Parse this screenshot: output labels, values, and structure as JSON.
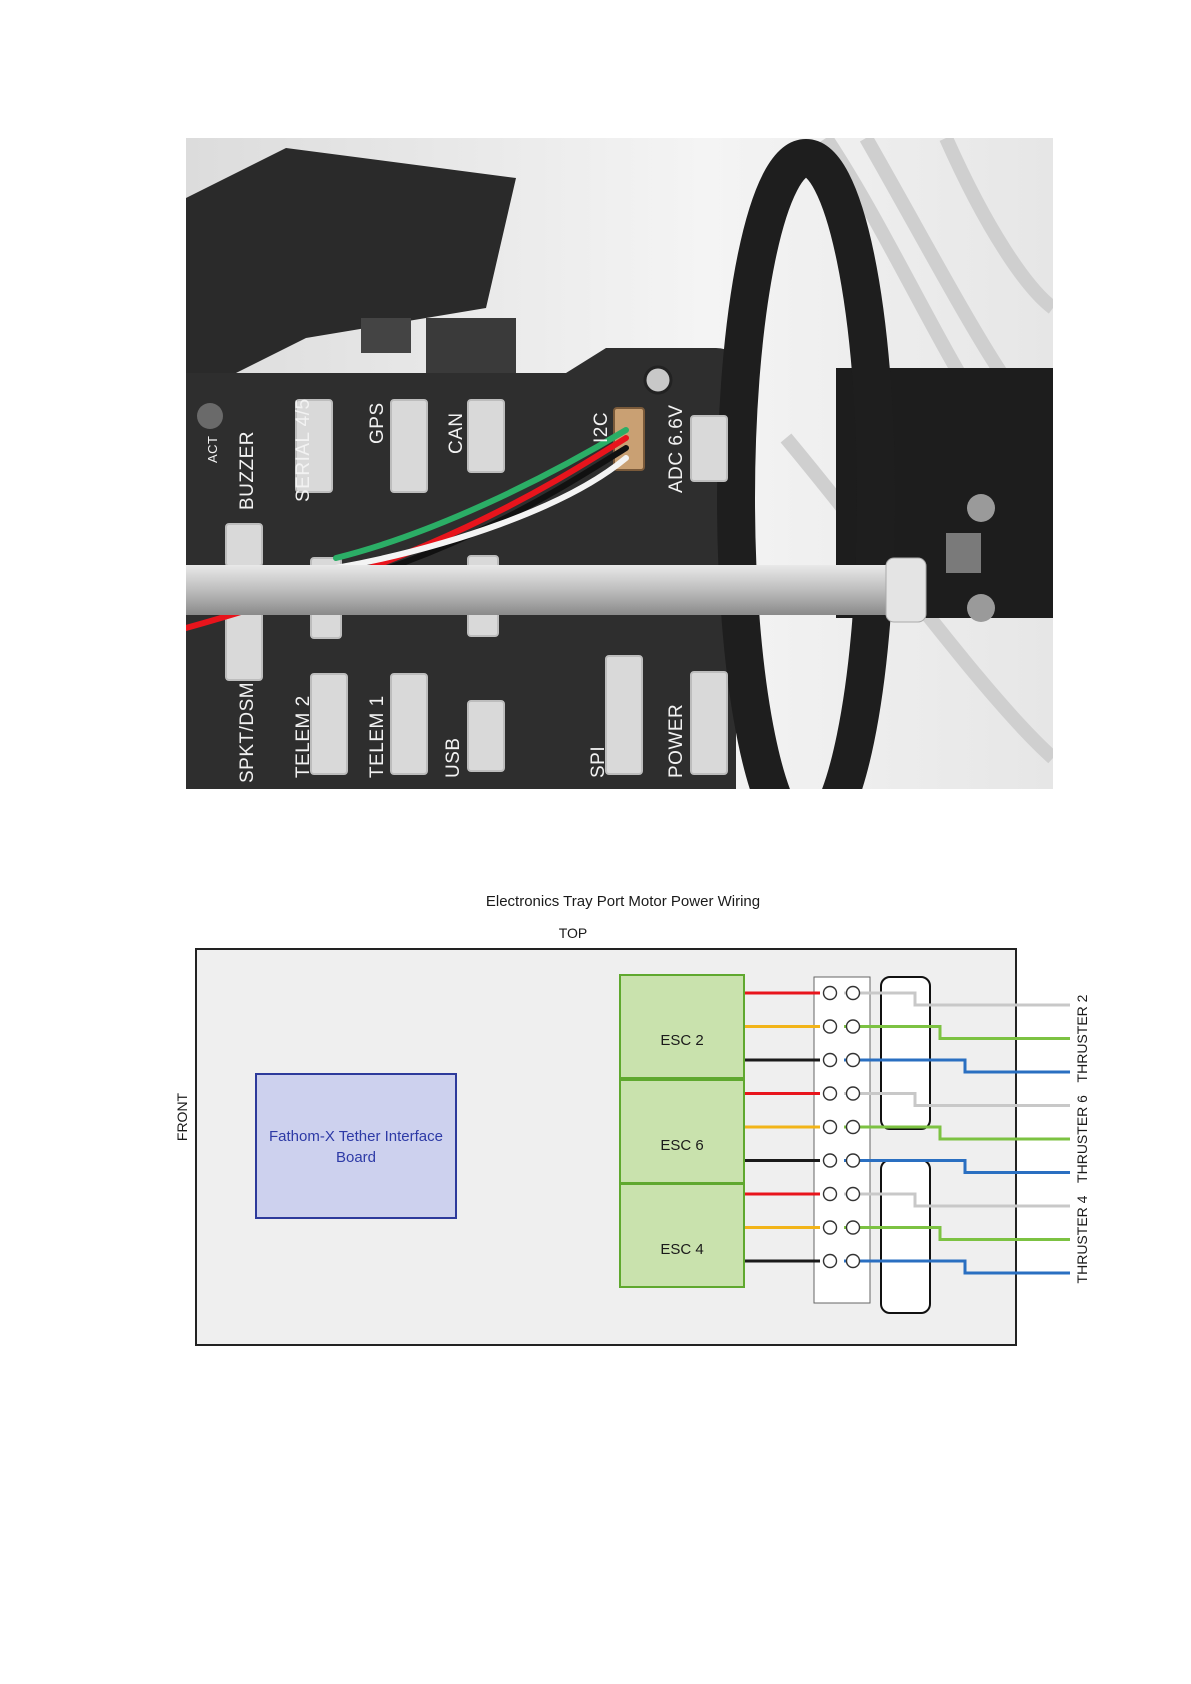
{
  "photo": {
    "port_labels": {
      "act": "ACT",
      "buzzer": "BUZZER",
      "serial45": "SERIAL 4/5",
      "gps": "GPS",
      "can": "CAN",
      "i2c": "I2C",
      "adc": "ADC 6.6V",
      "spkt": "SPKT/DSM",
      "telem2": "TELEM 2",
      "telem1": "TELEM 1",
      "usb": "USB",
      "spi": "SPI",
      "power": "POWER"
    }
  },
  "diagram": {
    "title": "Electronics Tray Port Motor Power Wiring",
    "top_label": "TOP",
    "front_label": "FRONT",
    "board_label_line1": "Fathom-X Tether Interface",
    "board_label_line2": "Board",
    "escs": [
      {
        "label": "ESC 2"
      },
      {
        "label": "ESC 6"
      },
      {
        "label": "ESC 4"
      }
    ],
    "thrusters": [
      {
        "label": "THRUSTER 2"
      },
      {
        "label": "THRUSTER 6"
      },
      {
        "label": "THRUSTER 4"
      }
    ],
    "colors": {
      "red": "#e8141c",
      "yellow": "#f2b418",
      "black": "#1a1a1a",
      "gray": "#c8c8c8",
      "green": "#7cc242",
      "blue": "#2a6fc1",
      "esc_fill": "#c9e2ad",
      "esc_border": "#5fa82e",
      "board_fill": "#cdd1ee",
      "board_border": "#2d3a9b",
      "board_text": "#2d3aa6",
      "tray_fill": "#efefef"
    }
  }
}
